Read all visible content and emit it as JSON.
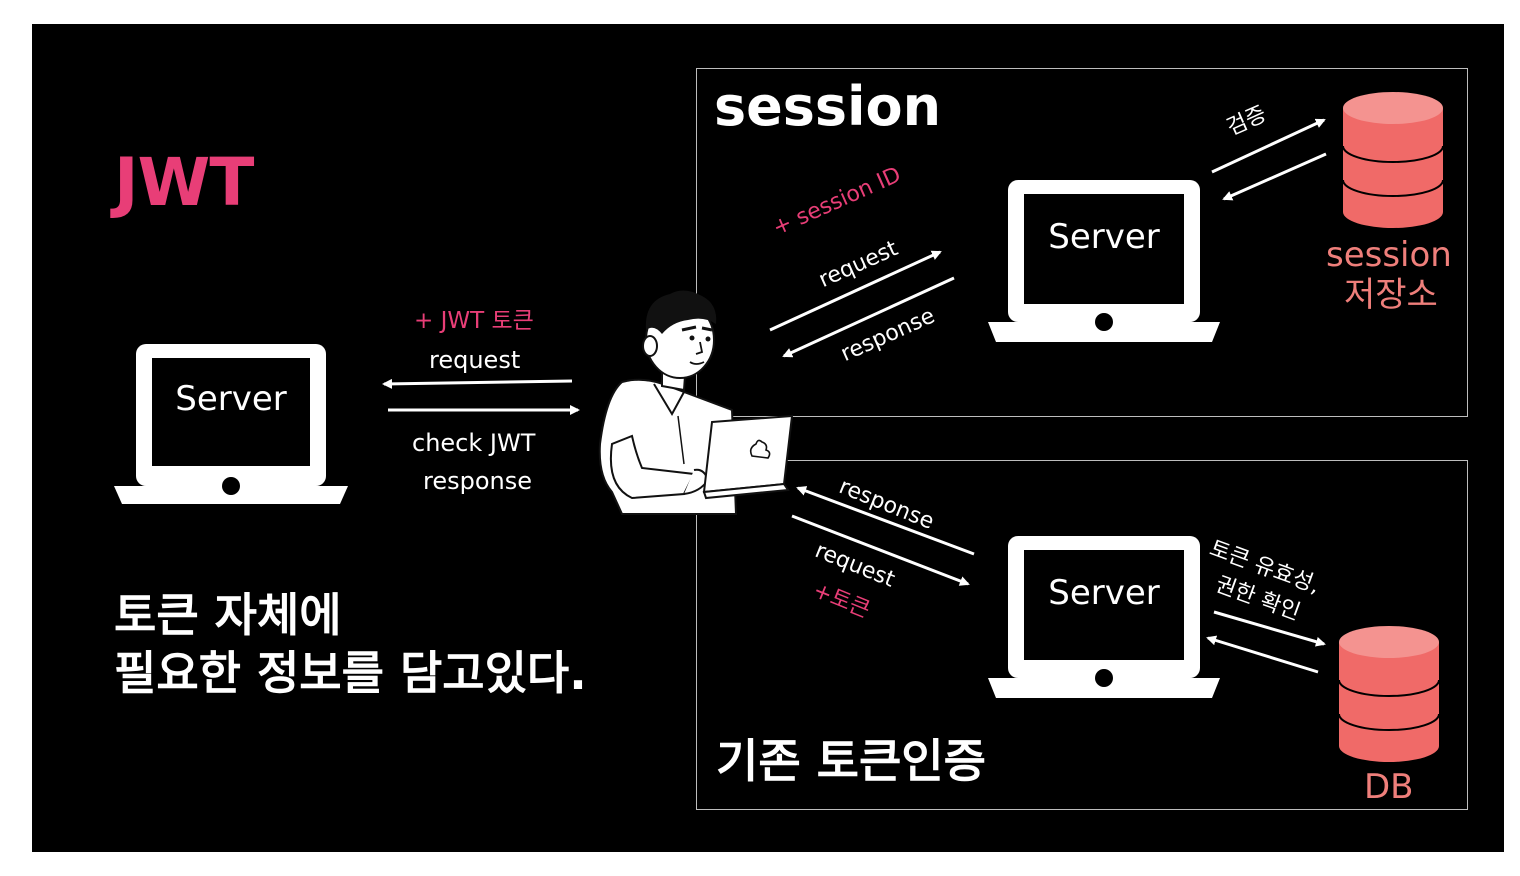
{
  "colors": {
    "background": "#000000",
    "accent_pink": "#e83e77",
    "salmon": "#ef7f7b",
    "db_red": "#f06a68",
    "text": "#ffffff"
  },
  "jwt": {
    "title": "JWT",
    "server_label": "Server",
    "request_label": "+ JWT 토큰",
    "request_sub": "request",
    "response_label": "check JWT",
    "response_sub": "response",
    "caption_line1": "토큰 자체에",
    "caption_line2": "필요한 정보를 담고있다."
  },
  "session": {
    "title": "session",
    "server_label": "Server",
    "request_prefix": "+ session ID",
    "request_label": "request",
    "response_label": "response",
    "verify_label": "검증",
    "store_line1": "session",
    "store_line2": "저장소"
  },
  "token_auth": {
    "title": "기존 토큰인증",
    "server_label": "Server",
    "response_label": "response",
    "request_label": "request",
    "request_suffix": "+토큰",
    "check_line1": "토큰 유효성,",
    "check_line2": "권한 확인",
    "db_label": "DB"
  },
  "user": {
    "figure_icon": "person-with-laptop-icon",
    "laptop_logo_icon": "poop-logo-icon"
  }
}
